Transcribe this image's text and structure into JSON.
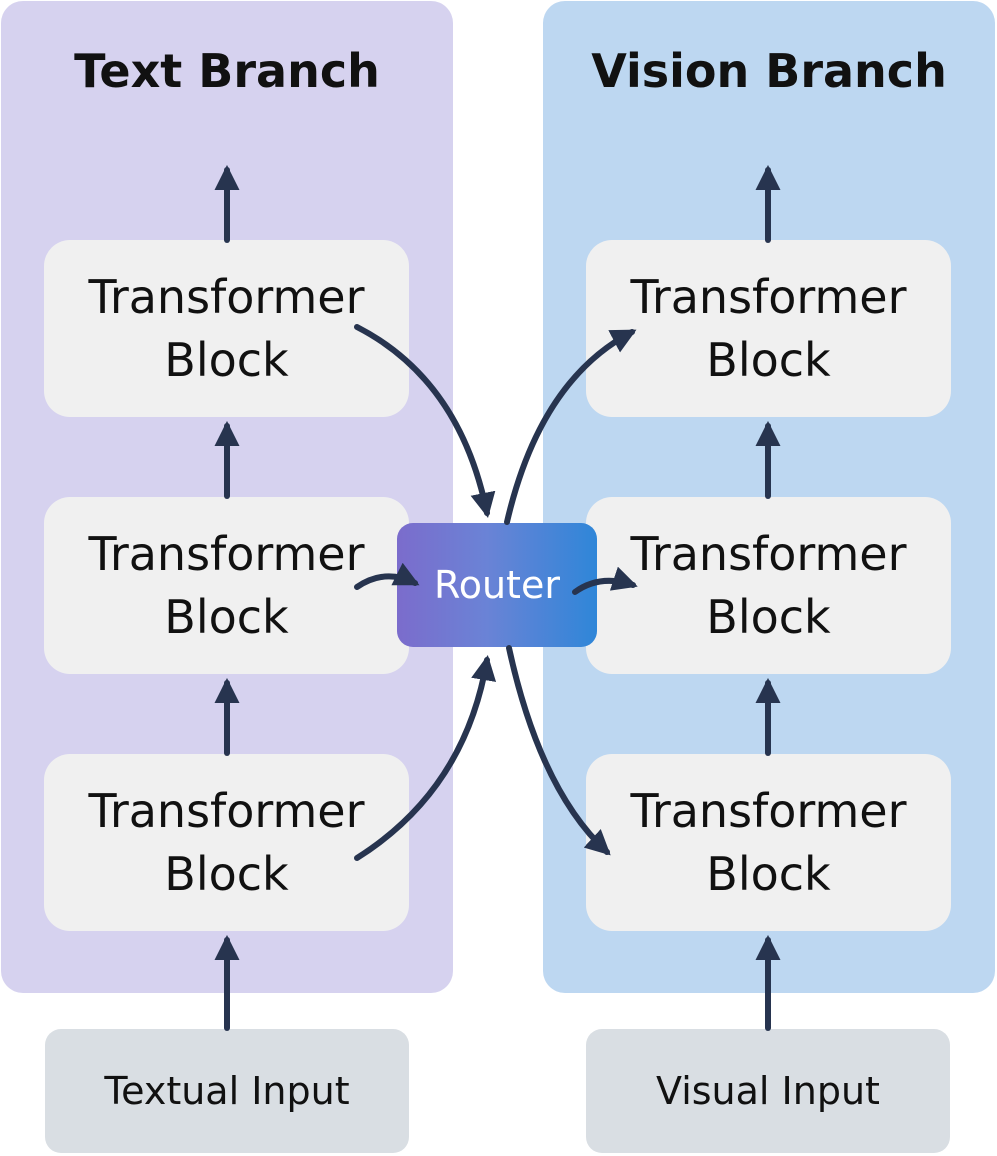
{
  "text_branch": {
    "title": "Text Branch",
    "blocks": [
      {
        "line1": "Transformer",
        "line2": "Block"
      },
      {
        "line1": "Transformer",
        "line2": "Block"
      },
      {
        "line1": "Transformer",
        "line2": "Block"
      }
    ],
    "input_label": "Textual Input"
  },
  "vision_branch": {
    "title": "Vision Branch",
    "blocks": [
      {
        "line1": "Transformer",
        "line2": "Block"
      },
      {
        "line1": "Transformer",
        "line2": "Block"
      },
      {
        "line1": "Transformer",
        "line2": "Block"
      }
    ],
    "input_label": "Visual Input"
  },
  "router": {
    "label": "Router"
  },
  "colors": {
    "text_panel": "#d6d2ef",
    "vision_panel": "#bdd7f1",
    "block": "#f0f0f0",
    "input": "#d9dee3",
    "arrow": "#27344f",
    "router_start": "#7b6ccc",
    "router_end": "#2f86d8"
  }
}
